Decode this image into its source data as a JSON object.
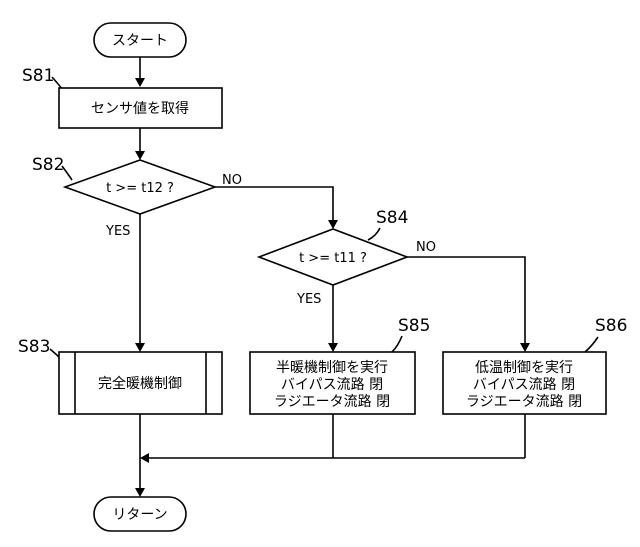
{
  "start": "スタート",
  "return": "リターン",
  "s81": {
    "id": "S81",
    "text": "センサ値を取得"
  },
  "s82": {
    "id": "S82",
    "condition": "t >= t12 ?",
    "yes": "YES",
    "no": "NO"
  },
  "s83": {
    "id": "S83",
    "text": "完全暖機制御"
  },
  "s84": {
    "id": "S84",
    "condition": "t >= t11 ?",
    "yes": "YES",
    "no": "NO"
  },
  "s85": {
    "id": "S85",
    "lines": [
      "半暖機制御を実行",
      "バイパス流路 閉",
      "ラジエータ流路 閉"
    ]
  },
  "s86": {
    "id": "S86",
    "lines": [
      "低温制御を実行",
      "バイパス流路 閉",
      "ラジエータ流路 閉"
    ]
  }
}
